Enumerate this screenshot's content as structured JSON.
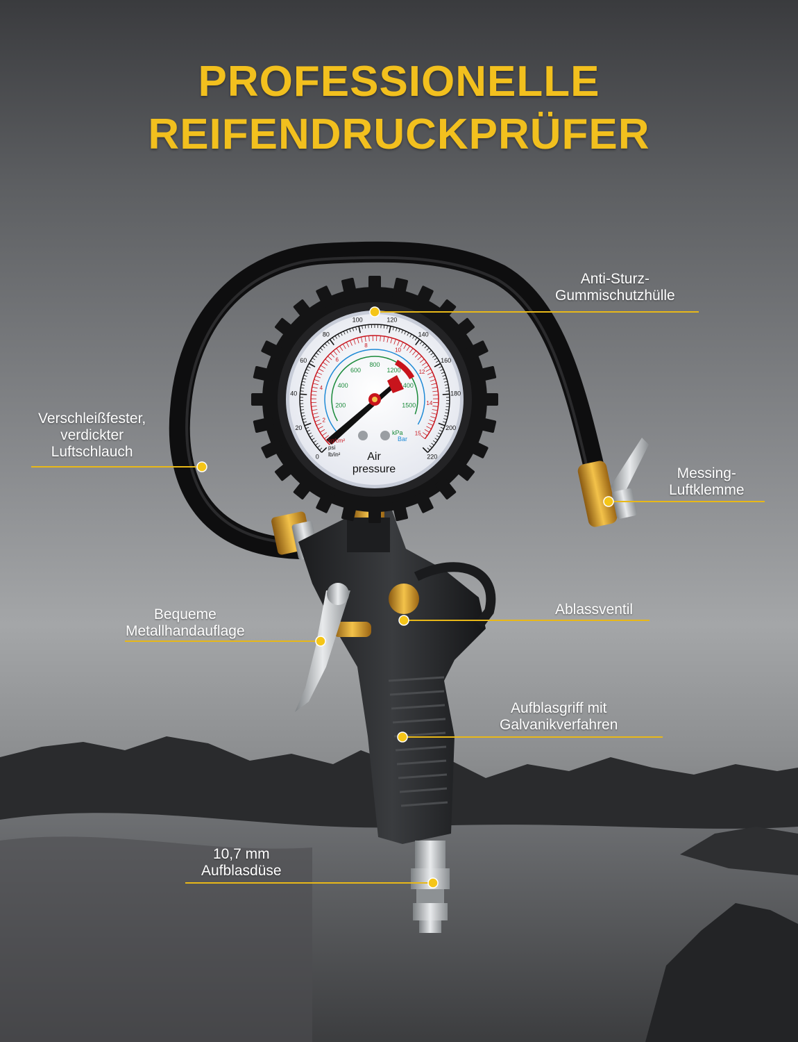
{
  "title": {
    "line1": "PROFESSIONELLE",
    "line2": "REIFENDRUCKPRÜFER"
  },
  "labels": {
    "anti_sturz": [
      "Anti-Sturz-",
      "Gummischutzhülle"
    ],
    "luftschlauch": [
      "Verschleißfester,",
      "verdickter",
      "Luftschlauch"
    ],
    "messing": [
      "Messing-",
      "Luftklemme"
    ],
    "ablassventil": [
      "Ablassventil"
    ],
    "handauflage": [
      "Bequeme",
      "Metallhandauflage"
    ],
    "aufblasgriff": [
      "Aufblasgriff mit",
      "Galvanikverfahren"
    ],
    "duese": [
      "10,7 mm",
      "Aufblasdüse"
    ]
  },
  "gauge": {
    "air": "Air",
    "pressure": "pressure",
    "units": [
      "kg/cm²",
      "psi",
      "lb/in²"
    ],
    "kpa": "kPa",
    "bar": "Bar",
    "psi_scale": [
      "0",
      "20",
      "40",
      "60",
      "80",
      "100",
      "120",
      "140",
      "160",
      "180",
      "200",
      "220"
    ],
    "kg_scale": [
      "2",
      "4",
      "6",
      "8",
      "10",
      "12",
      "14",
      "15"
    ],
    "kpa_scale": [
      "200",
      "400",
      "600",
      "800",
      "1200",
      "1400",
      "1500"
    ]
  },
  "colors": {
    "title": "#f2c01e",
    "leader": "#e8b818",
    "dot": "#f5c518"
  }
}
